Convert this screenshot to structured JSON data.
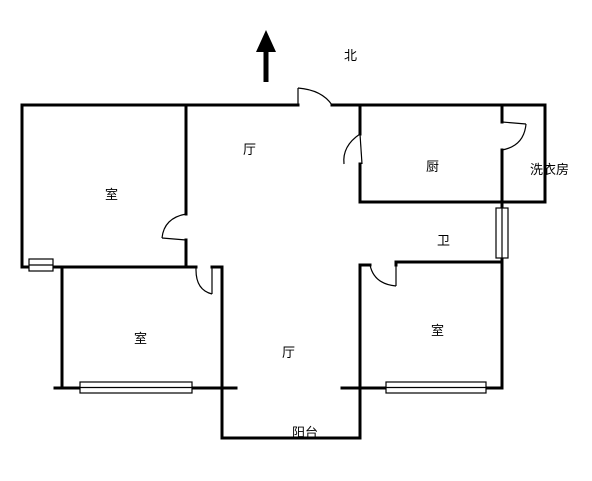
{
  "compass": {
    "label": "北"
  },
  "rooms": {
    "living_top": "厅",
    "kitchen": "厨",
    "laundry": "洗衣房",
    "bedroom_top_left": "室",
    "bathroom": "卫",
    "bedroom_bottom_left": "室",
    "living_bottom": "厅",
    "bedroom_bottom_right": "室",
    "balcony": "阳台"
  }
}
